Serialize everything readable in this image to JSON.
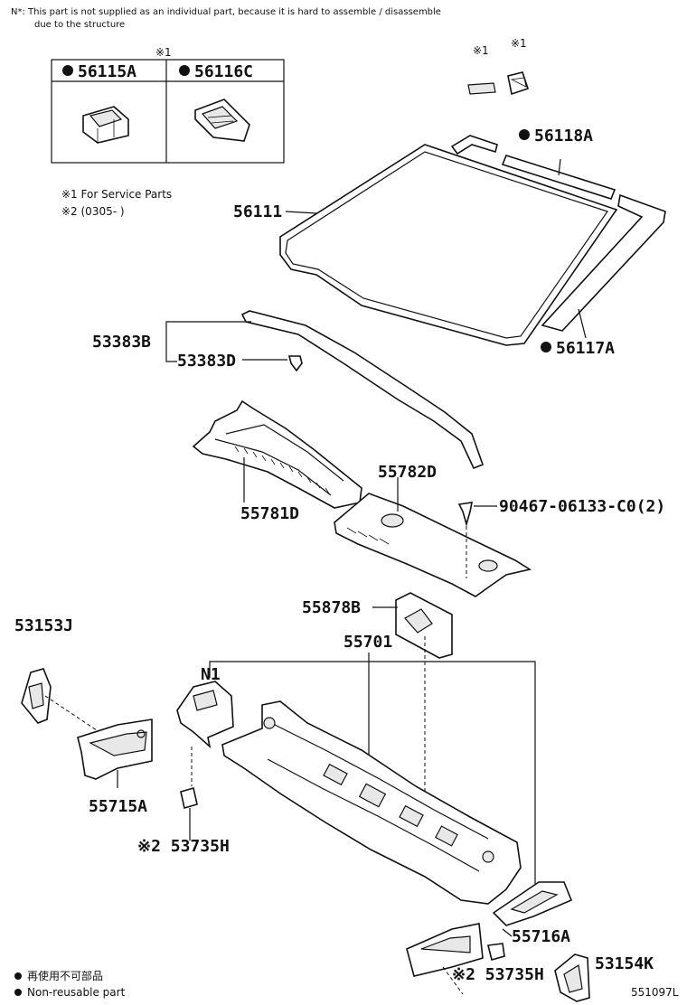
{
  "notes": {
    "line1": "N*:  This part is not supplied as an individual part, because it is hard to assemble / disassemble",
    "line2": "due to the structure"
  },
  "service": {
    "star1": "※1",
    "star1_for": "※1 For Service Parts",
    "star2_range": "※2 (0305-        )"
  },
  "box": {
    "left_label": "56115A",
    "right_label": "56116C",
    "header_mark": "※1"
  },
  "labels": {
    "p56111": "56111",
    "p56118A": "56118A",
    "p56117A": "56117A",
    "p53383B": "53383B",
    "p53383D": "53383D",
    "p55782D": "55782D",
    "p90467": "90467-06133-C0(2)",
    "p55781D": "55781D",
    "p55878B": "55878B",
    "p55701": "55701",
    "p53153J": "53153J",
    "pN1": "N1",
    "p55715A": "55715A",
    "p53735H_a": "※2 53735H",
    "p55716A": "55716A",
    "p53735H_b": "※2 53735H",
    "p53154K": "53154K",
    "mark1a": "※1",
    "mark1b": "※1"
  },
  "legend": {
    "jp": "再使用不可部品",
    "en": "Non-reusable part"
  },
  "code": "551097L"
}
